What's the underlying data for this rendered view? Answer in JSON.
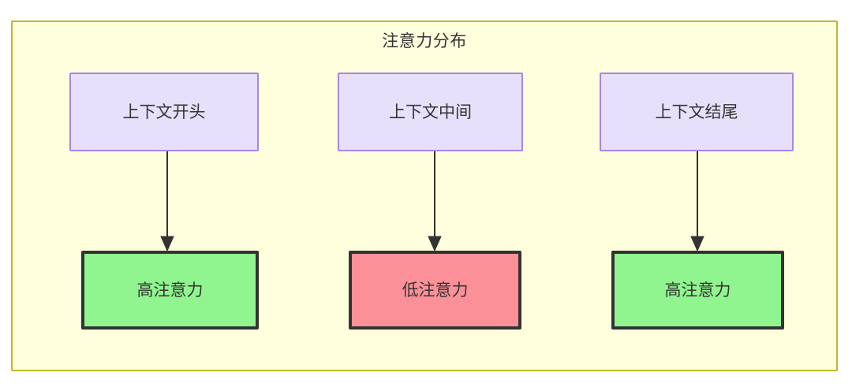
{
  "diagram": {
    "type": "flowchart",
    "title": "注意力分布",
    "container": {
      "label": "注意力分布",
      "fill_color": "#ffffde",
      "border_color": "#bfb72d"
    },
    "top_nodes": [
      {
        "id": "ctx-start",
        "label": "上下文开头",
        "fill_color": "#e6e0fb",
        "border_color": "#a985e8"
      },
      {
        "id": "ctx-middle",
        "label": "上下文中间",
        "fill_color": "#e6e0fb",
        "border_color": "#a985e8"
      },
      {
        "id": "ctx-end",
        "label": "上下文结尾",
        "fill_color": "#e6e0fb",
        "border_color": "#a985e8"
      }
    ],
    "bottom_nodes": [
      {
        "id": "attn-high-start",
        "label": "高注意力",
        "fill_color": "#90f58f",
        "border_color": "#333333"
      },
      {
        "id": "attn-low-middle",
        "label": "低注意力",
        "fill_color": "#fb9098",
        "border_color": "#333333"
      },
      {
        "id": "attn-high-end",
        "label": "高注意力",
        "fill_color": "#90f58f",
        "border_color": "#333333"
      }
    ],
    "edges": [
      {
        "from": "ctx-start",
        "to": "attn-high-start",
        "arrow": "down",
        "color": "#333333"
      },
      {
        "from": "ctx-middle",
        "to": "attn-low-middle",
        "arrow": "down",
        "color": "#333333"
      },
      {
        "from": "ctx-end",
        "to": "attn-high-end",
        "arrow": "down",
        "color": "#333333"
      }
    ]
  }
}
